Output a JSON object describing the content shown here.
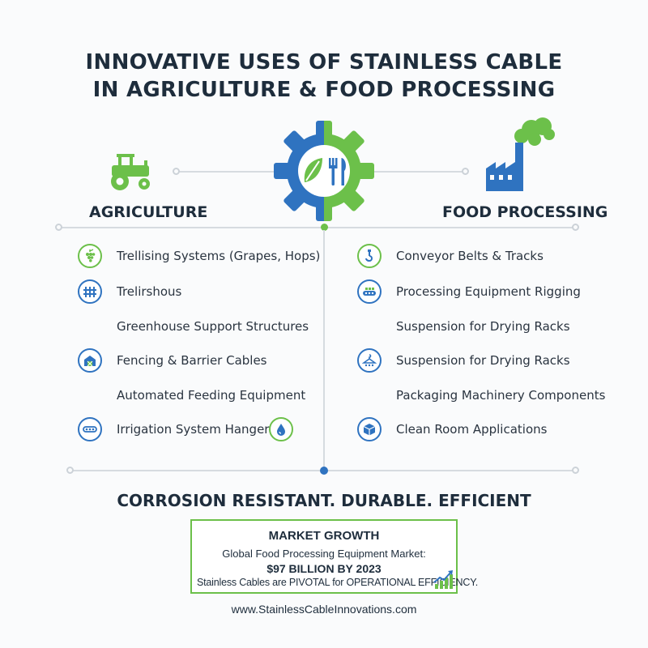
{
  "title": {
    "line1": "INNOVATIVE USES OF STAINLESS CABLE",
    "line2": "IN AGRICULTURE & FOOD PROCESSING"
  },
  "agriculture": {
    "label": "AGRICULTURE",
    "items": [
      {
        "text": "Trellising Systems (Grapes, Hops)",
        "icon": "grape-icon"
      },
      {
        "text": "Trelirshous",
        "icon": "fence-icon"
      },
      {
        "text": "Greenhouse Support Structures",
        "icon": ""
      },
      {
        "text": "Fencing & Barrier Cables",
        "icon": "barn-icon"
      },
      {
        "text": "Automated Feeding Equipment",
        "icon": ""
      },
      {
        "text": "Irrigation System Hangers",
        "icon": "conveyor-icon"
      }
    ]
  },
  "food_processing": {
    "label": "FOOD PROCESSING",
    "items": [
      {
        "text": "Conveyor Belts & Tracks",
        "icon": "hook-icon"
      },
      {
        "text": "Processing Equipment Rigging",
        "icon": "conveyor-icon"
      },
      {
        "text": "Suspension for Drying Racks",
        "icon": ""
      },
      {
        "text": "Suspension for Drying Racks",
        "icon": "hanger-icon"
      },
      {
        "text": "Packaging Machinery Components",
        "icon": ""
      },
      {
        "text": "Clean Room Applications",
        "icon": "box-icon"
      }
    ]
  },
  "tagline": "CORROSION RESISTANT. DURABLE. EFFICIENT",
  "market": {
    "title": "MARKET GROWTH",
    "line1": "Global Food Processing Equipment Market:",
    "line2": "$97 BILLION BY 2023",
    "line3": "Stainless Cables are PIVOTAL for OPERATIONAL EFFICIENCY."
  },
  "footer": "www.StainlessCableInnovations.com",
  "colors": {
    "blue": "#2f73c0",
    "green": "#6cc04a",
    "dark": "#1e2d3c"
  }
}
